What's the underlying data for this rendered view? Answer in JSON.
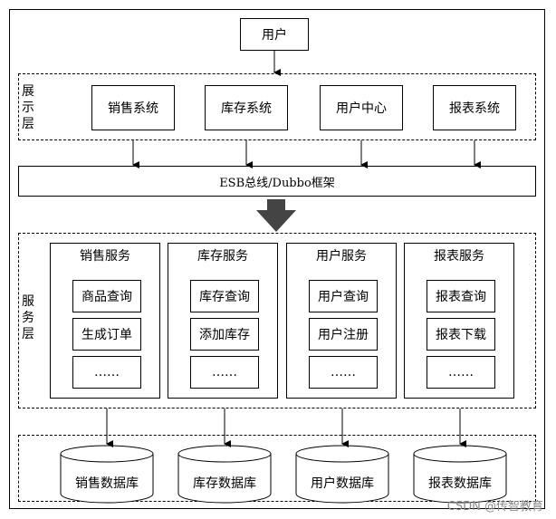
{
  "user_box": "用户",
  "presentation_layer": {
    "label": "展示层",
    "systems": [
      "销售系统",
      "库存系统",
      "用户中心",
      "报表系统"
    ]
  },
  "esb_bar": "ESB总线/Dubbo框架",
  "service_layer": {
    "label": "服务层",
    "services": [
      {
        "title": "销售服务",
        "ops": [
          "商品查询",
          "生成订单",
          "……"
        ]
      },
      {
        "title": "库存服务",
        "ops": [
          "库存查询",
          "添加库存",
          "……"
        ]
      },
      {
        "title": "用户服务",
        "ops": [
          "用户查询",
          "用户注册",
          "……"
        ]
      },
      {
        "title": "报表服务",
        "ops": [
          "报表查询",
          "报表下载",
          "……"
        ]
      }
    ]
  },
  "databases": [
    "销售数据库",
    "库存数据库",
    "用户数据库",
    "报表数据库"
  ],
  "watermark": "CSDN @传智教育"
}
